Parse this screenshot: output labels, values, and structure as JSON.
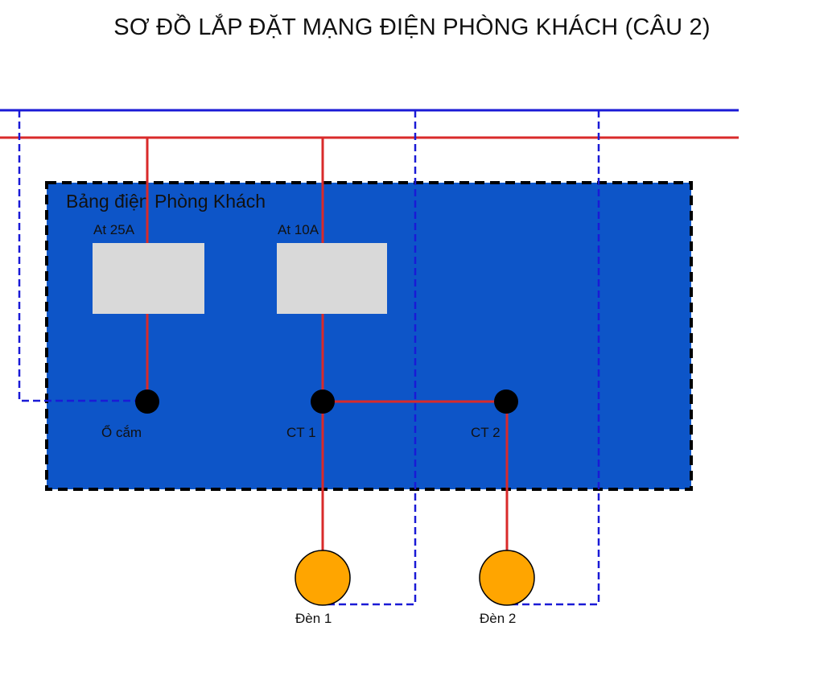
{
  "title": "SƠ ĐỒ LẮP ĐẶT MẠNG ĐIỆN PHÒNG KHÁCH (CÂU 2)",
  "panel": {
    "label": "Bảng điện Phòng Khách",
    "color": "#0d55c8",
    "breakers": [
      {
        "label": "At 25A"
      },
      {
        "label": "At 10A"
      }
    ],
    "terminals": [
      {
        "label": "Ổ cắm"
      },
      {
        "label": "CT 1"
      },
      {
        "label": "CT 2"
      }
    ]
  },
  "lamps": [
    {
      "label": "Đèn 1"
    },
    {
      "label": "Đèn 2"
    }
  ],
  "colors": {
    "neutral_wire": "#1a1ad6",
    "phase_wire": "#d92a2a",
    "breaker_fill": "#d9d9d9",
    "lamp_fill": "#ffa500",
    "terminal_fill": "#000000"
  }
}
